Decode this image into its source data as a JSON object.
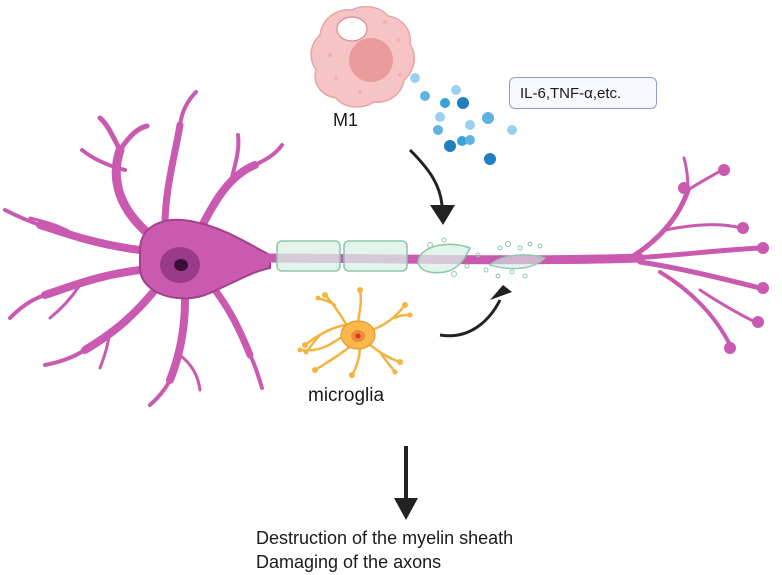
{
  "labels": {
    "m1": "M1",
    "cytokines": "IL-6,TNF-α,etc.",
    "microglia": "microglia"
  },
  "outcome": {
    "line1": "Destruction of the myelin sheath",
    "line2": "Damaging of the axons"
  },
  "colors": {
    "neuron": "#c95ab0",
    "neuron_outline": "#a3418c",
    "soma_nucleus": "#8a2a7a",
    "myelin_fill": "#d9f0e6",
    "myelin_stroke": "#8fc7ae",
    "m1_cell": "#f6c4c4",
    "m1_nucleus": "#e99a9a",
    "cytokine_dots": "#3aa0d8",
    "microglia": "#f5b340",
    "arrow": "#222222"
  }
}
